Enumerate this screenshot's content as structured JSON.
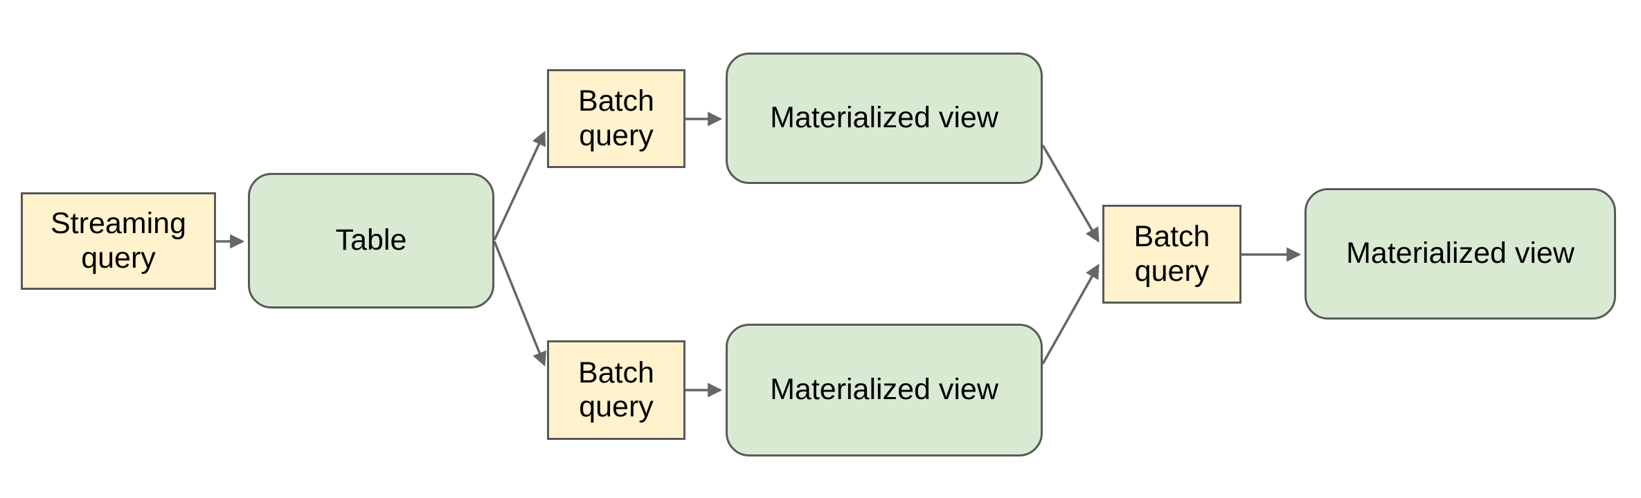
{
  "diagram": {
    "type": "flowchart",
    "colors": {
      "query_node_fill": "#fff2cc",
      "table_node_fill": "#d9ead3",
      "node_border": "#595959",
      "arrow": "#666666",
      "text": "#000000",
      "background": "#ffffff"
    },
    "nodes": {
      "streaming_query": {
        "label": "Streaming query",
        "shape": "rectangle",
        "fill": "#fff2cc"
      },
      "table": {
        "label": "Table",
        "shape": "rounded-rectangle",
        "fill": "#d9ead3"
      },
      "batch_query_top": {
        "label": "Batch query",
        "shape": "rectangle",
        "fill": "#fff2cc"
      },
      "materialized_view_top": {
        "label": "Materialized view",
        "shape": "rounded-rectangle",
        "fill": "#d9ead3"
      },
      "batch_query_bottom": {
        "label": "Batch query",
        "shape": "rectangle",
        "fill": "#fff2cc"
      },
      "materialized_view_bottom": {
        "label": "Materialized view",
        "shape": "rounded-rectangle",
        "fill": "#d9ead3"
      },
      "batch_query_right": {
        "label": "Batch query",
        "shape": "rectangle",
        "fill": "#fff2cc"
      },
      "materialized_view_right": {
        "label": "Materialized view",
        "shape": "rounded-rectangle",
        "fill": "#d9ead3"
      }
    },
    "edges": [
      {
        "from": "streaming_query",
        "to": "table"
      },
      {
        "from": "table",
        "to": "batch_query_top"
      },
      {
        "from": "table",
        "to": "batch_query_bottom"
      },
      {
        "from": "batch_query_top",
        "to": "materialized_view_top"
      },
      {
        "from": "batch_query_bottom",
        "to": "materialized_view_bottom"
      },
      {
        "from": "materialized_view_top",
        "to": "batch_query_right"
      },
      {
        "from": "materialized_view_bottom",
        "to": "batch_query_right"
      },
      {
        "from": "batch_query_right",
        "to": "materialized_view_right"
      }
    ]
  }
}
